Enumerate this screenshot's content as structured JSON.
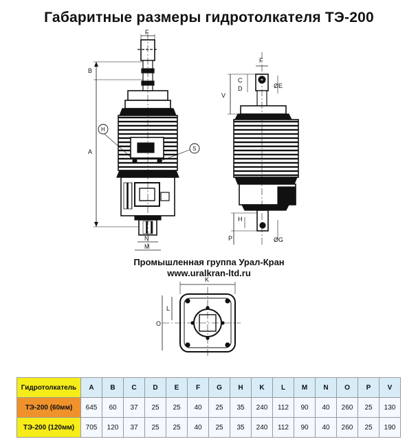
{
  "title": "Габаритные размеры гидротолкателя ТЭ-200",
  "company": {
    "name": "Промышленная группа Урал-Кран",
    "website": "www.uralkran-ltd.ru"
  },
  "drawing_labels": {
    "front": [
      "F",
      "B",
      "A",
      "H",
      "S",
      "N",
      "M"
    ],
    "side": [
      "F",
      "C",
      "D",
      "V",
      "ØE",
      "H",
      "P",
      "ØG"
    ],
    "bottom": [
      "K",
      "L",
      "O"
    ]
  },
  "table": {
    "header_label": "Гидротолкатель",
    "columns": [
      "A",
      "B",
      "C",
      "D",
      "E",
      "F",
      "G",
      "H",
      "K",
      "L",
      "M",
      "N",
      "O",
      "P",
      "V"
    ],
    "rows": [
      {
        "model": "ТЭ-200 (60мм)",
        "values": [
          "645",
          "60",
          "37",
          "25",
          "25",
          "40",
          "25",
          "35",
          "240",
          "112",
          "90",
          "40",
          "260",
          "25",
          "130"
        ]
      },
      {
        "model": "ТЭ-200 (120мм)",
        "values": [
          "705",
          "120",
          "37",
          "25",
          "25",
          "40",
          "25",
          "35",
          "240",
          "112",
          "90",
          "40",
          "260",
          "25",
          "190"
        ]
      }
    ]
  },
  "colors": {
    "header_first_cell": "#f5ec1a",
    "row1_first_cell": "#f0922c",
    "row2_first_cell": "#f5ec1a",
    "header_cells": "#d7ecf6"
  }
}
